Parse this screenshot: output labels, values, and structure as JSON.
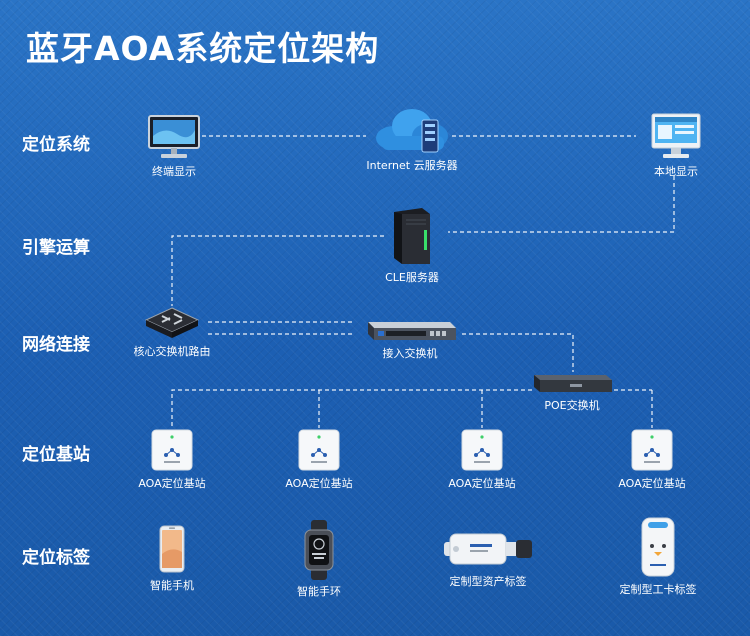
{
  "title": "蓝牙AOA系统定位架构",
  "rows": {
    "positioning_system": "定位系统",
    "engine_compute": "引擎运算",
    "network_access": "网络连接",
    "base_station": "定位基站",
    "positioning_tag": "定位标签"
  },
  "nodes": {
    "terminal_display": "终端显示",
    "cloud_server": "Internet 云服务器",
    "local_display": "本地显示",
    "cle_server": "CLE服务器",
    "core_router": "核心交换机路由",
    "access_switch": "接入交换机",
    "poe_switch": "POE交换机",
    "base_station_1": "AOA定位基站",
    "base_station_2": "AOA定位基站",
    "base_station_3": "AOA定位基站",
    "base_station_4": "AOA定位基站",
    "smartphone": "智能手机",
    "smart_band": "智能手环",
    "asset_tag": "定制型资产标签",
    "card_tag": "定制型工卡标签"
  },
  "colors": {
    "background": "#1f65b8",
    "line": "#ffffff"
  }
}
